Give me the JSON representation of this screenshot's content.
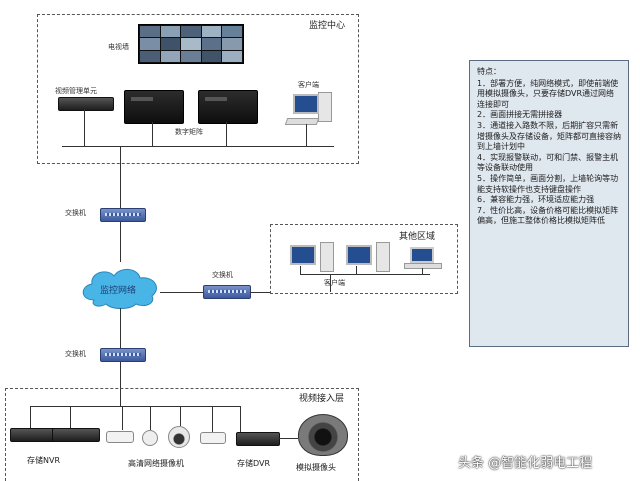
{
  "monitoring_center": {
    "title": "监控中心",
    "tv_wall_label": "电视墙",
    "video_manager_label": "视频管理单元",
    "digital_matrix_label": "数字矩阵",
    "client_label": "客户端"
  },
  "switches": {
    "top_label": "交换机",
    "middle_label": "交换机",
    "bottom_label": "交换机"
  },
  "network": {
    "cloud_label": "监控网络"
  },
  "other_area": {
    "title": "其他区域",
    "client_label": "客户端"
  },
  "video_access_layer": {
    "title": "视频接入层",
    "nvr_label": "存储NVR",
    "ip_camera_label": "高清网络摄像机",
    "dvr_label": "存储DVR",
    "analog_camera_label": "模拟摄像头"
  },
  "features": {
    "title": "特点：",
    "items": [
      "1．部署方便，纯网络模式，即使前端使用模拟摄像头，只要存储DVR通过网络连接即可",
      "2．画面拼接无需拼接器",
      "3．通道接入路数不限，后期扩容只需新增摄像头及存储设备，矩阵都可直接容纳到上墙计划中",
      "4．实现报警联动，可和门禁、报警主机等设备联动使用",
      "5．操作简单，画面分割，上墙轮询等功能支持软操作也支持键盘操作",
      "6．兼容能力强，环境适应能力强",
      "7．性价比高，设备价格可能比模拟矩阵偏高，但施工整体价格比模拟矩阵低"
    ]
  },
  "watermark": {
    "text": "头条 @智能化弱电工程"
  },
  "colors": {
    "line": "#333333",
    "switch": "#3d5a9e",
    "cloud": "#49b4e6",
    "notes_bg": "#dfe7ef"
  }
}
